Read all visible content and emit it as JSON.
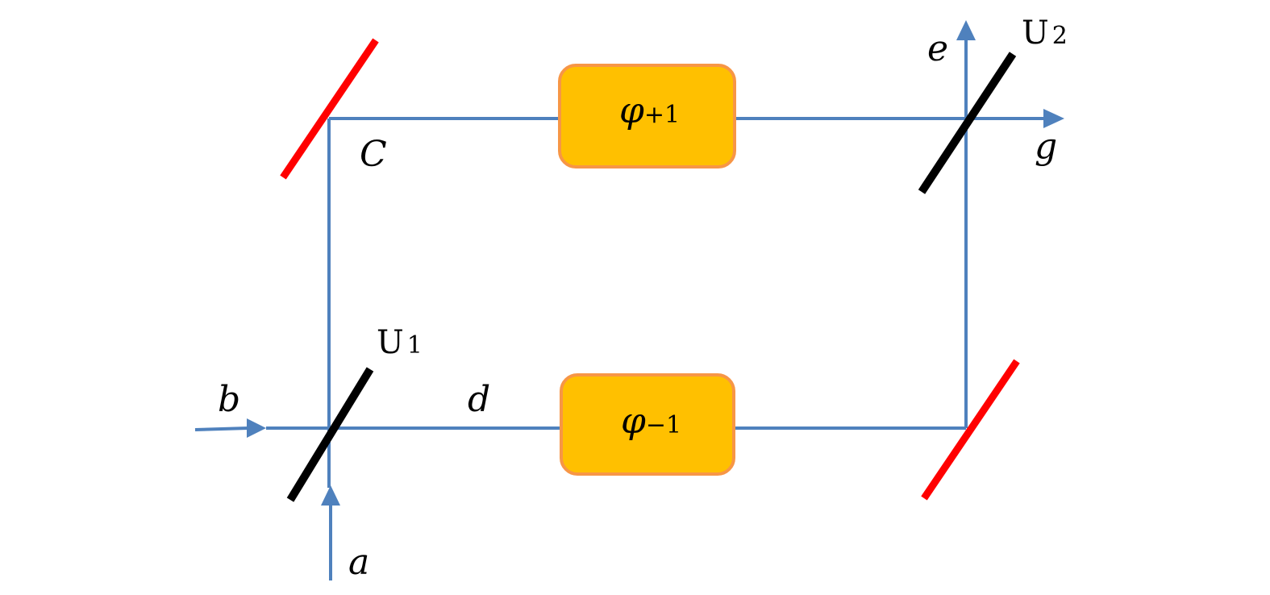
{
  "labels": {
    "a": "a",
    "b": "b",
    "c": "C",
    "d": "d",
    "e": "e",
    "g": "g"
  },
  "splitters": {
    "u1": {
      "main": "U",
      "sub": "1"
    },
    "u2": {
      "main": "U",
      "sub": "2"
    }
  },
  "phase_shifters": {
    "top": {
      "symbol": "φ",
      "sub": "+1"
    },
    "bottom": {
      "symbol": "φ",
      "sub": "−1"
    }
  },
  "colors": {
    "beam": "#4f81bd",
    "mirror": "#ff0000",
    "splitter": "#000000",
    "phase_fill": "#ffc000",
    "phase_border": "#f79646"
  }
}
